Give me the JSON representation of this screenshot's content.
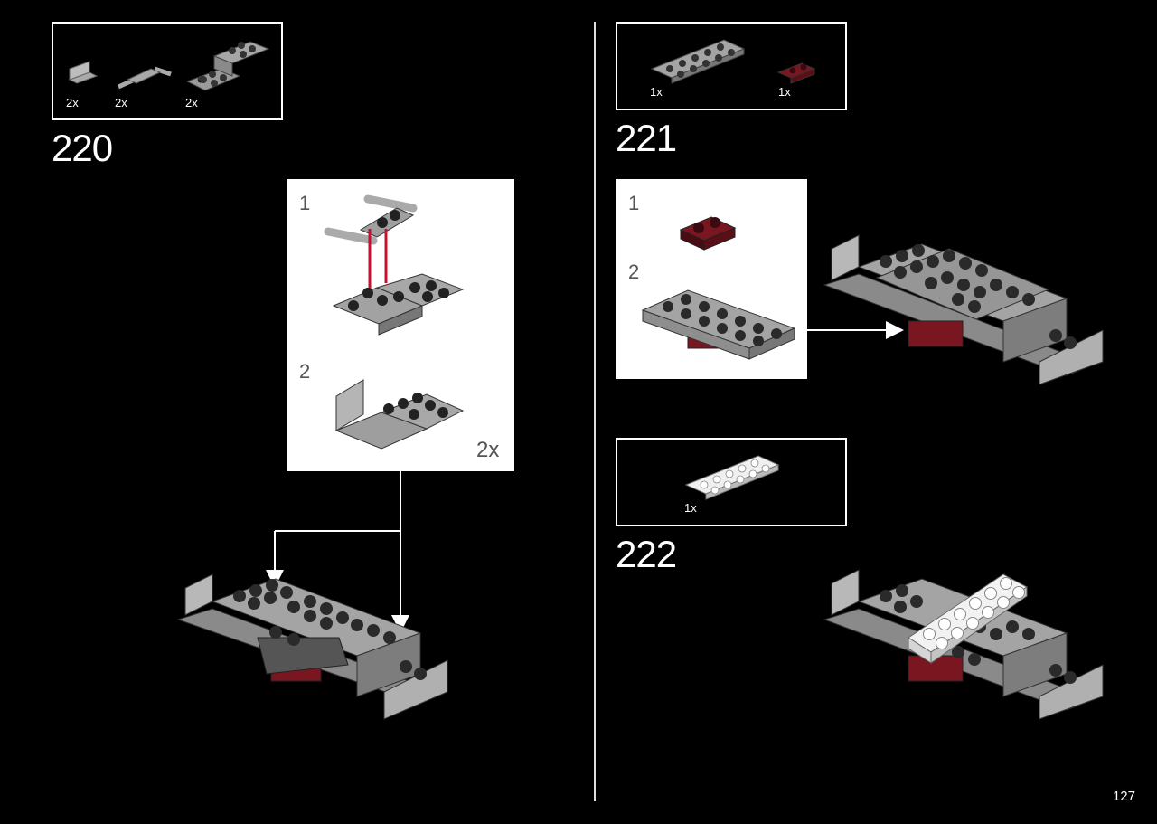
{
  "page_number": "127",
  "colors": {
    "background": "#000000",
    "plate_gray": "#9a9a9a",
    "dark_red": "#7a1620",
    "arrow_red": "#c8102e"
  },
  "step220": {
    "number": "220",
    "parts": [
      {
        "qty": "2x",
        "icon": "bracket-icon"
      },
      {
        "qty": "2x",
        "icon": "bar-holder-icon"
      },
      {
        "qty": "2x",
        "icon": "jumper-plate-icon"
      }
    ],
    "substep1": "1",
    "substep2": "2",
    "multiplier": "2x"
  },
  "step221": {
    "number": "221",
    "parts": [
      {
        "qty": "1x",
        "icon": "gray-plate-2x6-icon"
      },
      {
        "qty": "1x",
        "icon": "dark-red-plate-1x2-icon"
      }
    ],
    "substep1": "1",
    "substep2": "2"
  },
  "step222": {
    "number": "222",
    "parts": [
      {
        "qty": "1x",
        "icon": "white-plate-2x6-icon"
      }
    ]
  }
}
